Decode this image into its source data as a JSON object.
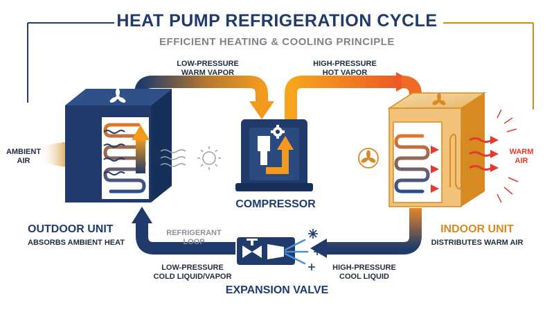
{
  "header": {
    "title": "HEAT PUMP REFRIGERATION CYCLE",
    "subtitle": "EFFICIENT HEATING & COOLING PRINCIPLE"
  },
  "flows": {
    "top_left": [
      "LOW-PRESSURE",
      "WARM VAPOR"
    ],
    "top_right": [
      "HIGH-PRESSURE",
      "HOT VAPOR"
    ],
    "bottom_left": [
      "LOW-PRESSURE",
      "COLD LIQUID/VAPOR"
    ],
    "bottom_right": [
      "HIGH-PRESSURE",
      "COOL LIQUID"
    ],
    "center": [
      "REFRIGERANT",
      "LOOP"
    ]
  },
  "outdoor_unit": {
    "title": "OUTDOOR UNIT",
    "subtitle": "ABSORBS AMBIENT HEAT",
    "input_label": [
      "AMBIENT",
      "AIR"
    ]
  },
  "indoor_unit": {
    "title": "INDOOR UNIT",
    "subtitle": "DISTRIBUTES WARM AIR",
    "output_label": [
      "WARM",
      "AIR"
    ]
  },
  "compressor": {
    "label": "COMPRESSOR"
  },
  "expansion_valve": {
    "label": "EXPANSION VALVE"
  },
  "colors": {
    "navy": "#1f3a6b",
    "orange": "#f39a1e",
    "gold": "#d88a22",
    "red": "#e23b2e",
    "grey": "#8c8f94"
  },
  "icons": [
    "fan-icon",
    "sun-icon",
    "gear-icon",
    "snowflake-icon",
    "heating-element-icon",
    "valve-icon"
  ]
}
